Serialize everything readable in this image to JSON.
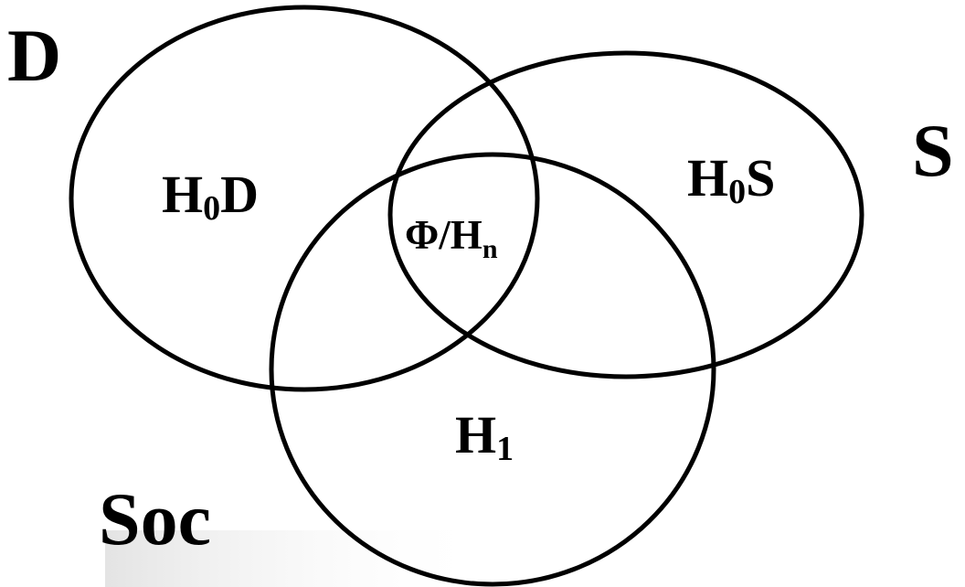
{
  "colors": {
    "stroke": "#000000",
    "background": "#ffffff"
  },
  "sets": {
    "d": "D",
    "s": "S",
    "soc": "Soc"
  },
  "regions": {
    "h0d": {
      "main": "H",
      "sub": "0",
      "tail": "D"
    },
    "h0s": {
      "main": "H",
      "sub": "0",
      "tail": "S"
    },
    "phi_hn": {
      "main": "Φ/H",
      "sub": "n"
    },
    "h1": {
      "main": "H",
      "sub": "1"
    }
  }
}
